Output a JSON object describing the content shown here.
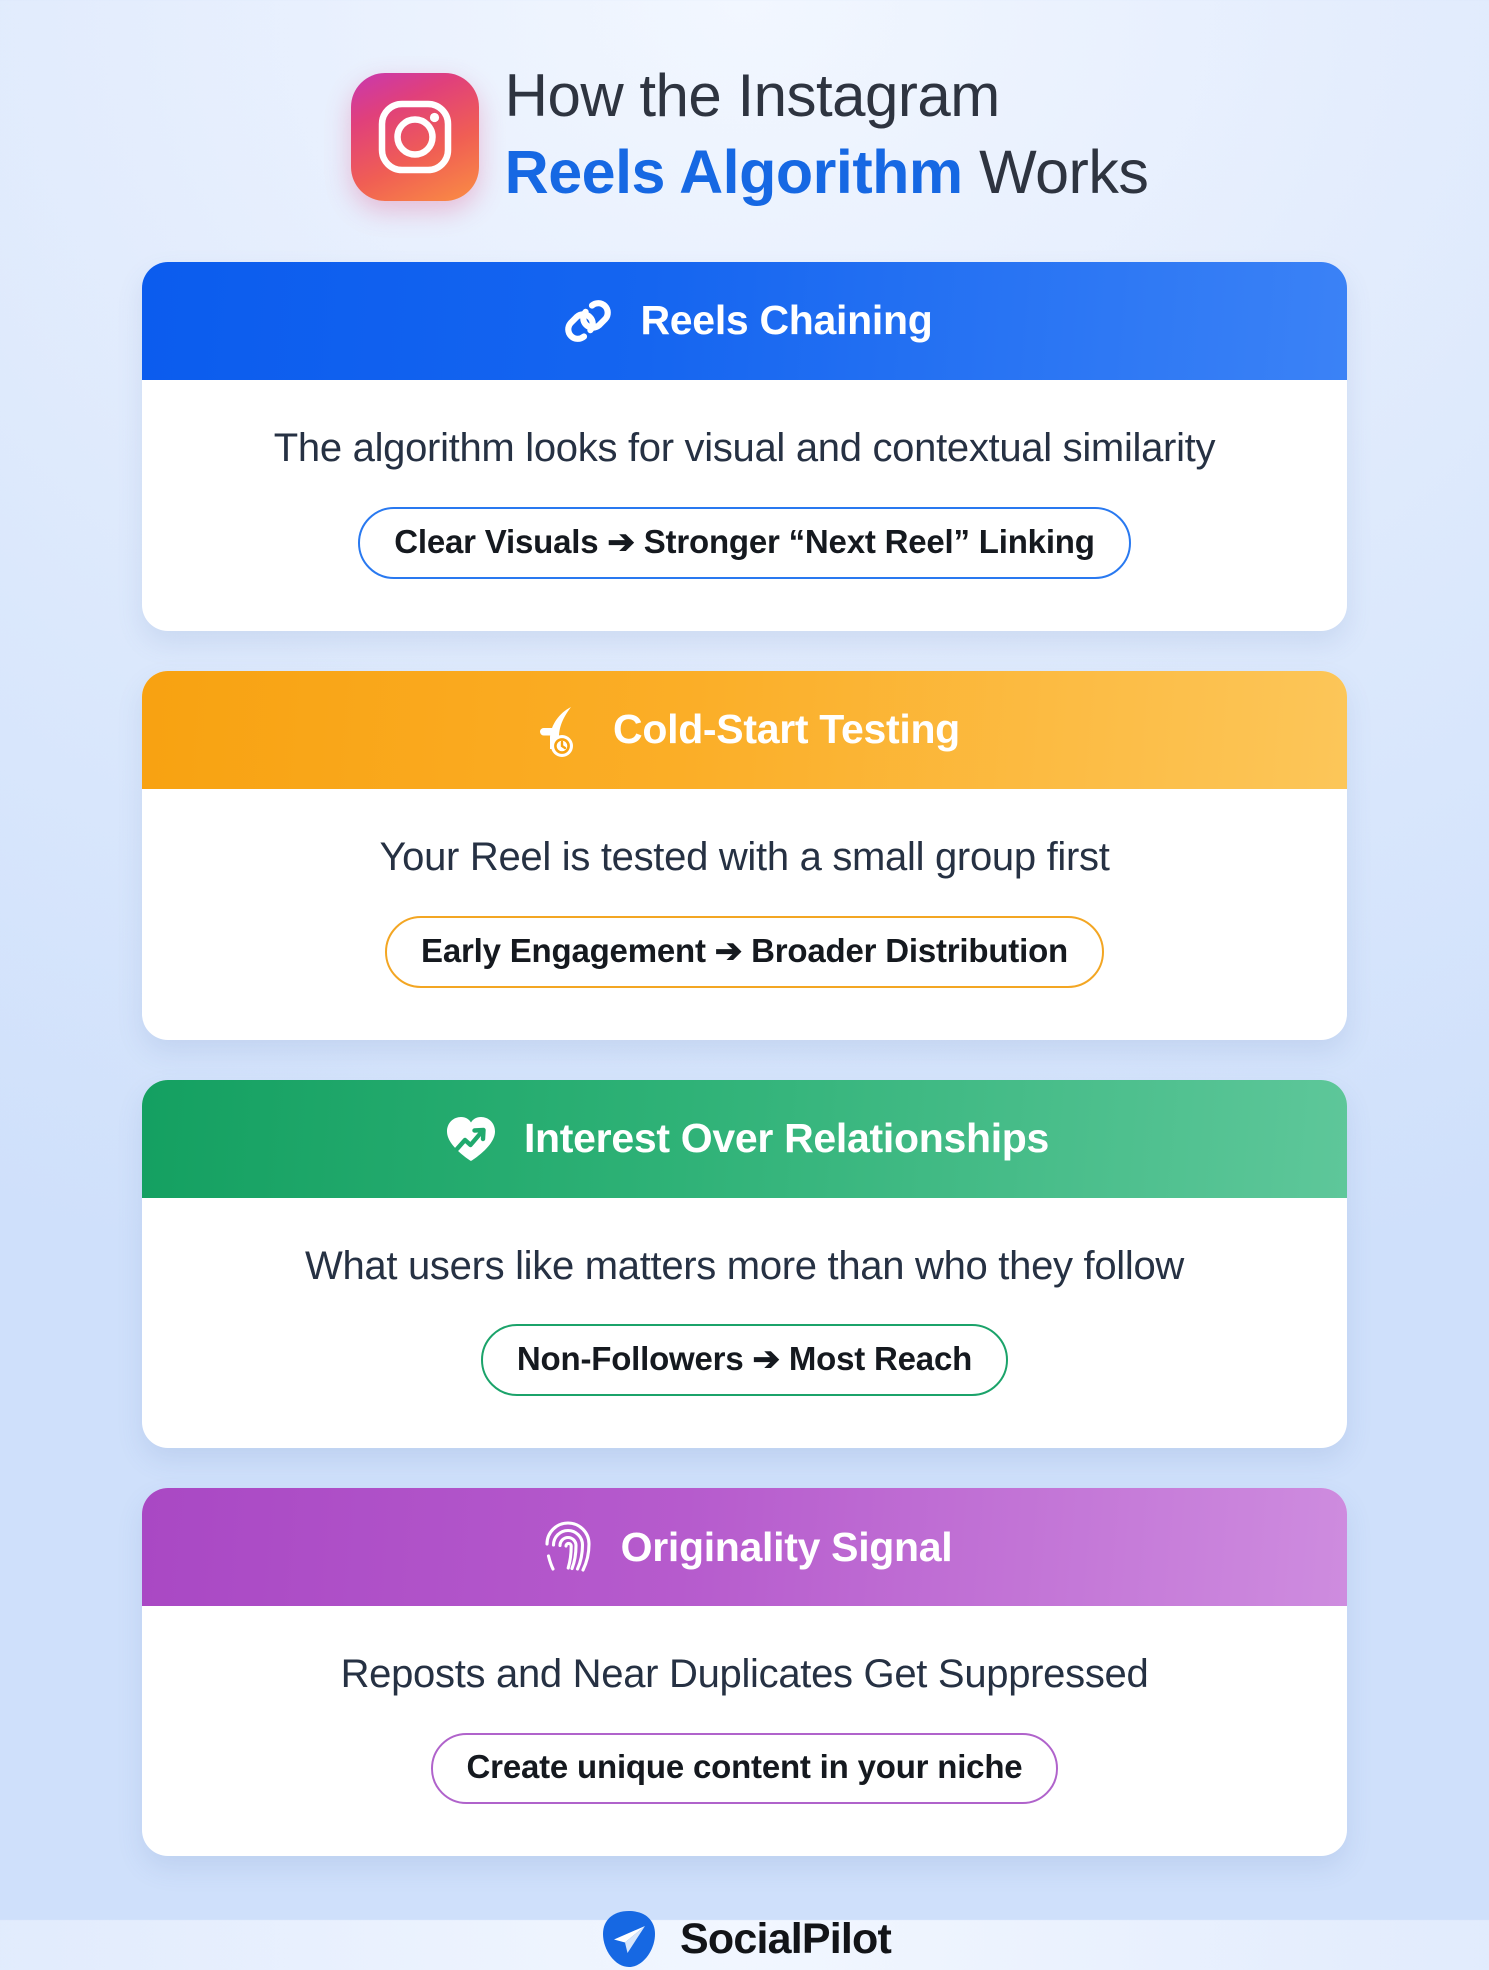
{
  "header": {
    "icon": "instagram-icon",
    "title_line1": "How the Instagram",
    "title_accent": "Reels Algorithm",
    "title_suffix": " Works",
    "accent_color": "#1668e3"
  },
  "cards": [
    {
      "id": "reels-chaining",
      "icon": "chain-link-icon",
      "title": "Reels Chaining",
      "description": "The algorithm looks for visual and contextual similarity",
      "pill": "Clear Visuals ➔ Stronger “Next Reel” Linking",
      "header_color_start": "#0b5cee",
      "header_color_end": "#3b82f6",
      "pill_border_color": "#2979f0"
    },
    {
      "id": "cold-start-testing",
      "icon": "rocket-clock-icon",
      "title": "Cold-Start Testing",
      "description": "Your Reel is tested with a small group first",
      "pill": "Early Engagement ➔ Broader Distribution",
      "header_color_start": "#f8a211",
      "header_color_end": "#fcc659",
      "pill_border_color": "#f3a623"
    },
    {
      "id": "interest-over-relationships",
      "icon": "heart-trending-icon",
      "title": "Interest Over Relationships",
      "description": "What users like matters more than who they follow",
      "pill": "Non-Followers ➔ Most Reach",
      "header_color_start": "#14a061",
      "header_color_end": "#5ec79a",
      "pill_border_color": "#1ba36a"
    },
    {
      "id": "originality-signal",
      "icon": "fingerprint-icon",
      "title": "Originality Signal",
      "description": "Reposts and Near Duplicates Get Suppressed",
      "pill": "Create unique content in your niche",
      "header_color_start": "#a948c4",
      "header_color_end": "#ce8cdf",
      "pill_border_color": "#b063cb"
    }
  ],
  "footer": {
    "icon": "socialpilot-paper-plane-icon",
    "brand": "SocialPilot",
    "brand_color": "#121418",
    "mark_color": "#1668e3"
  },
  "background": {
    "base_color": "#dbe8fc",
    "highlight_color": "#f2f7ff"
  }
}
